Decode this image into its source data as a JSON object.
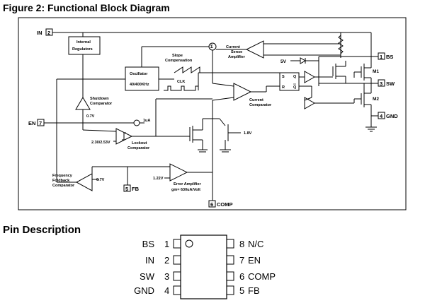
{
  "figure_title": "Figure 2: Functional Block Diagram",
  "block_diagram": {
    "pins": {
      "in": {
        "name": "IN",
        "num": "2"
      },
      "en": {
        "name": "EN",
        "num": "7"
      },
      "bs": {
        "name": "BS",
        "num": "1"
      },
      "sw": {
        "name": "SW",
        "num": "3"
      },
      "gnd": {
        "name": "GND",
        "num": "4"
      },
      "fb": {
        "name": "FB",
        "num": "5"
      },
      "comp": {
        "name": "COMP",
        "num": "6"
      }
    },
    "blocks": {
      "internal_regulators": [
        "Internal",
        "Regulators"
      ],
      "oscillator": [
        "Oscillator",
        "40/400KHz"
      ],
      "slope_compensation": [
        "Slope",
        "Compensation"
      ],
      "clk": "CLK",
      "current_sense_amplifier": [
        "Current",
        "Sense",
        "Amplifier"
      ],
      "shutdown_comparator": [
        "Shutdown",
        "Comparator"
      ],
      "current_comparator": [
        "Current",
        "Comparator"
      ],
      "lockout_comparator": [
        "Lockout",
        "Comparator"
      ],
      "frequency_foldback_comparator": [
        "Frequency",
        "Foldback",
        "Comparator"
      ],
      "error_amplifier": [
        "Error Amplifier",
        "gm= 630uA/Volt"
      ]
    },
    "labels": {
      "five_v": "5V",
      "m1": "M1",
      "m2": "M2",
      "s": "S",
      "r": "R",
      "q": "Q",
      "qbar": "Q",
      "one_ua": "1uA",
      "v0_7_shutdown": "0.7V",
      "v2_30_2_53": "2.30/2.53V",
      "v1_8": "1.8V",
      "v0_7_foldback": "0.7V",
      "v1_22": "1.22V",
      "sum_symbol": "Σ",
      "plus": "+",
      "minus": "−"
    }
  },
  "pin_section_title": "Pin Description",
  "package_pins": {
    "left": [
      {
        "name": "BS",
        "num": "1"
      },
      {
        "name": "IN",
        "num": "2"
      },
      {
        "name": "SW",
        "num": "3"
      },
      {
        "name": "GND",
        "num": "4"
      }
    ],
    "right": [
      {
        "name": "N/C",
        "num": "8"
      },
      {
        "name": "EN",
        "num": "7"
      },
      {
        "name": "COMP",
        "num": "6"
      },
      {
        "name": "FB",
        "num": "5"
      }
    ]
  }
}
